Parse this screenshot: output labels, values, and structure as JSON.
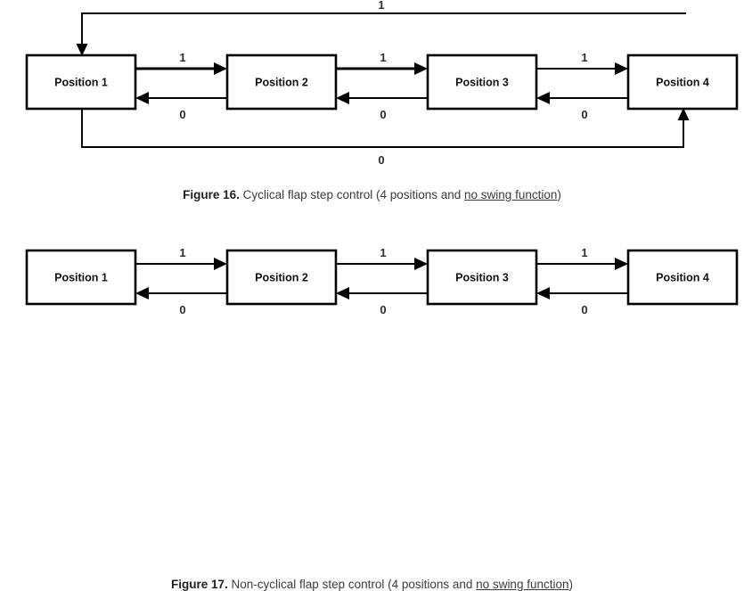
{
  "page": {
    "background_color": "#ffffff",
    "text_color": "#3c3c3c",
    "line_color": "#000000"
  },
  "figures": [
    {
      "id": "figure-16",
      "caption_number": "Figure 16.",
      "caption_text_before": " Cyclical flap step control (4 positions and ",
      "caption_text_underlined": "no swing function",
      "caption_text_after": ")",
      "caption_full": "Figure 16. Cyclical flap step control (4 positions and no swing function)",
      "type": "state-transition-diagram",
      "cyclical": true,
      "nodes": [
        {
          "id": "p1",
          "label": "Position 1"
        },
        {
          "id": "p2",
          "label": "Position 2"
        },
        {
          "id": "p3",
          "label": "Position 3"
        },
        {
          "id": "p4",
          "label": "Position 4"
        }
      ],
      "edges": [
        {
          "from": "p1",
          "to": "p2",
          "label": "1",
          "direction": "forward"
        },
        {
          "from": "p2",
          "to": "p1",
          "label": "0",
          "direction": "backward"
        },
        {
          "from": "p2",
          "to": "p3",
          "label": "1",
          "direction": "forward"
        },
        {
          "from": "p3",
          "to": "p2",
          "label": "0",
          "direction": "backward"
        },
        {
          "from": "p3",
          "to": "p4",
          "label": "1",
          "direction": "forward"
        },
        {
          "from": "p4",
          "to": "p3",
          "label": "0",
          "direction": "backward"
        },
        {
          "from": "p4",
          "to": "p1",
          "label": "1",
          "direction": "wrap-top"
        },
        {
          "from": "p1",
          "to": "p4",
          "label": "0",
          "direction": "wrap-bottom"
        }
      ]
    },
    {
      "id": "figure-17",
      "caption_number": "Figure 17.",
      "caption_text_before": " Non-cyclical flap step control (4 positions and ",
      "caption_text_underlined": "no swing function",
      "caption_text_after": ")",
      "caption_full": "Figure 17. Non-cyclical flap step control (4 positions and no swing function)",
      "type": "state-transition-diagram",
      "cyclical": false,
      "nodes": [
        {
          "id": "p1",
          "label": "Position 1"
        },
        {
          "id": "p2",
          "label": "Position 2"
        },
        {
          "id": "p3",
          "label": "Position 3"
        },
        {
          "id": "p4",
          "label": "Position 4"
        }
      ],
      "edges": [
        {
          "from": "p1",
          "to": "p2",
          "label": "1",
          "direction": "forward"
        },
        {
          "from": "p2",
          "to": "p1",
          "label": "0",
          "direction": "backward"
        },
        {
          "from": "p2",
          "to": "p3",
          "label": "1",
          "direction": "forward"
        },
        {
          "from": "p3",
          "to": "p2",
          "label": "0",
          "direction": "backward"
        },
        {
          "from": "p3",
          "to": "p4",
          "label": "1",
          "direction": "forward"
        },
        {
          "from": "p4",
          "to": "p3",
          "label": "0",
          "direction": "backward"
        }
      ]
    }
  ]
}
